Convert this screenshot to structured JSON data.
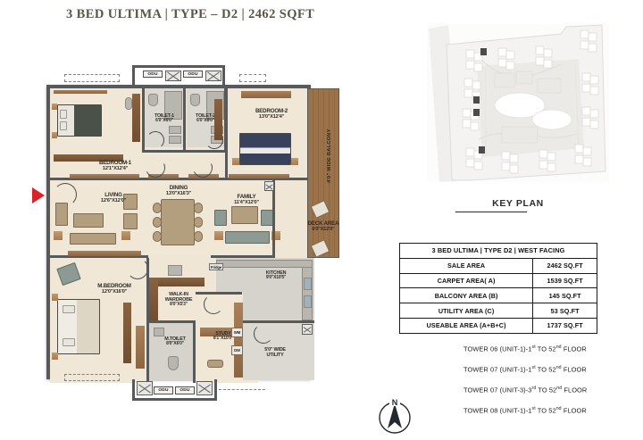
{
  "title": "3 BED ULTIMA  |  TYPE – D2  |  2462 SQFT",
  "key_plan": {
    "label": "KEY PLAN"
  },
  "north": {
    "letter": "N"
  },
  "spec_table": {
    "header": "3 BED ULTIMA  |  TYPE D2  |  WEST FACING",
    "rows": [
      {
        "label": "SALE AREA",
        "value": "2462 SQ.FT"
      },
      {
        "label": "CARPET AREA( A)",
        "value": "1539 SQ.FT"
      },
      {
        "label": "BALCONY AREA (B)",
        "value": "145 SQ.FT"
      },
      {
        "label": "UTILITY AREA (C)",
        "value": "53 SQ.FT"
      },
      {
        "label": "USEABLE AREA (A+B+C)",
        "value": "1737 SQ.FT"
      }
    ]
  },
  "towers": [
    {
      "pre": "TOWER 06 (UNIT-1)-1",
      "sup1": "st",
      "mid": " TO 52",
      "sup2": "nd",
      "post": " FLOOR"
    },
    {
      "pre": "TOWER 07 (UNIT-1)-1",
      "sup1": "st",
      "mid": " TO 52",
      "sup2": "nd",
      "post": " FLOOR"
    },
    {
      "pre": "TOWER 07 (UNIT-3)-3",
      "sup1": "rd",
      "mid": " TO 52",
      "sup2": "nd",
      "post": " FLOOR"
    },
    {
      "pre": "TOWER 08 (UNIT-1)-1",
      "sup1": "st",
      "mid": " TO 52",
      "sup2": "nd",
      "post": " FLOOR"
    }
  ],
  "rooms": {
    "bedroom1": {
      "name": "BEDROOM-1",
      "dim": "12'1\"X12'4\""
    },
    "bedroom2": {
      "name": "BEDROOM-2",
      "dim": "13'0\"X12'4\""
    },
    "toilet1": {
      "name": "TOILET-1",
      "dim": "6'0\"X6'0\""
    },
    "toilet2": {
      "name": "TOILET-2",
      "dim": "6'0\"X8'0\""
    },
    "living": {
      "name": "LIVING",
      "dim": "12'6\"X12'0\""
    },
    "dining": {
      "name": "DINING",
      "dim": "13'0\"X16'3\""
    },
    "family": {
      "name": "FAMILY",
      "dim": "11'4\"X12'0\""
    },
    "mbedroom": {
      "name": "M.BEDROOM",
      "dim": "12'0\"X16'0\""
    },
    "wardrobe": {
      "name": "WALK-IN",
      "name2": "WARDROBE",
      "dim": "8'0\"X5'3\""
    },
    "mtoilet": {
      "name": "M.TOILET",
      "dim": "8'0\"X6'0\""
    },
    "study": {
      "name": "STUDY",
      "dim": "8'1\"X10'0\""
    },
    "kitchen": {
      "name": "KITCHEN",
      "dim": "9'0\"X10'5\""
    },
    "utility": {
      "name": "5'0\" WIDE",
      "name2": "UTILITY"
    },
    "deck": {
      "name": "DECK AREA",
      "dim": "6'0\"X12'0\""
    },
    "balcony": {
      "name": "4'0\" WIDE BALCONY"
    }
  },
  "markers": {
    "odu": "ODU",
    "fridge": "Fridge",
    "wm": "WM",
    "dw": "DW"
  },
  "colors": {
    "title": "#5a5544",
    "wall": "#57595a",
    "floor": "#efe6d6",
    "wood": "#8d6540",
    "entry_marker": "#d8232a",
    "table_border": "#1c1c1c"
  }
}
